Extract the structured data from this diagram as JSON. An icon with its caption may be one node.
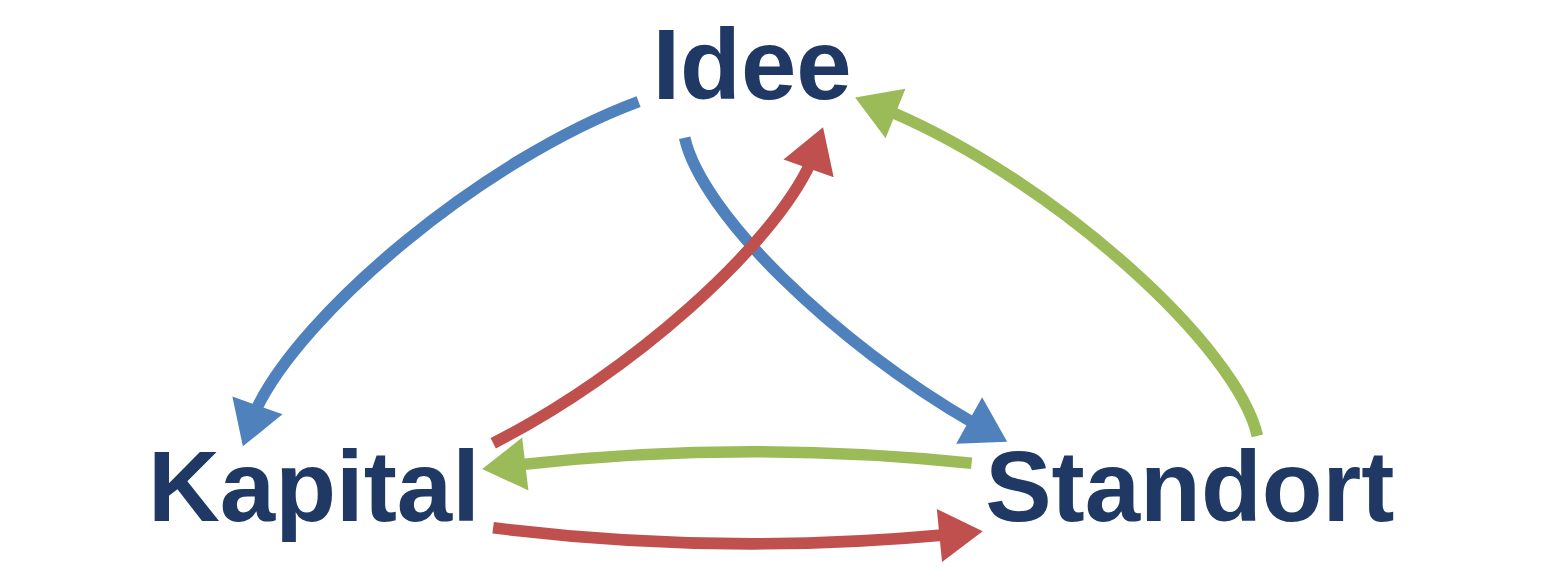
{
  "diagram": {
    "nodes": [
      {
        "text": [
          "Idee"
        ]
      },
      {
        "text": [
          "Kapital"
        ]
      },
      {
        "text": [
          "Standort"
        ]
      }
    ],
    "edges": [
      {
        "from": 1,
        "to": 0,
        "arrow": "to",
        "color": "#c0504d"
      },
      {
        "from": 0,
        "to": 1,
        "arrow": "to",
        "color": "#4f81bd"
      },
      {
        "from": 0,
        "to": 2,
        "arrow": "to",
        "color": "#4f81bd"
      },
      {
        "from": 2,
        "to": 0,
        "arrow": "to",
        "color": "#9bbb59"
      },
      {
        "from": 1,
        "to": 2,
        "arrow": "to",
        "color": "#c0504d"
      },
      {
        "from": 2,
        "to": 1,
        "arrow": "to",
        "color": "#9bbb59"
      }
    ]
  }
}
